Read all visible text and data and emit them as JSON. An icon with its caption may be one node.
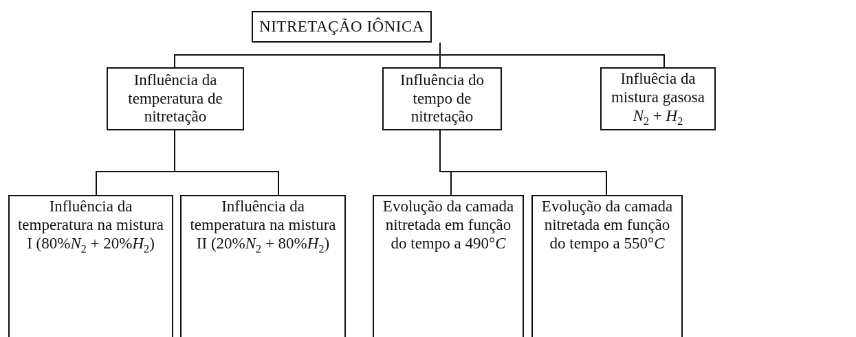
{
  "diagram": {
    "nodes": [
      {
        "text": [
          "NITRETAÇÃO IÔNICA"
        ]
      },
      {
        "text": [
          "Influência da temperatura de nitretação"
        ]
      },
      {
        "text": [
          "Influência do tempo de nitretação"
        ]
      },
      {
        "text": [
          "Influêcia da mistura gasosa *N*$_{2}$ + *H*$_{2}$"
        ]
      },
      {
        "text": [
          "Influência da temperatura na mistura I (80%*N*$_{2}$ + 20%*H*$_{2}$)"
        ]
      },
      {
        "text": [
          "Influência da temperatura na mistura II (20%*N*$_{2}$ + 80%*H*$_{2}$)"
        ]
      },
      {
        "text": [
          "Evolução da camada nitretada em função do tempo a 490°*C*"
        ]
      },
      {
        "text": [
          "Evolução da camada nitretada em função do tempo a 550°*C*"
        ]
      }
    ],
    "edges": [
      {
        "from": 0,
        "to": 1,
        "arrow": "none"
      },
      {
        "from": 0,
        "to": 2,
        "arrow": "none"
      },
      {
        "from": 0,
        "to": 3,
        "arrow": "none"
      },
      {
        "from": 1,
        "to": 4,
        "arrow": "none"
      },
      {
        "from": 1,
        "to": 5,
        "arrow": "none"
      },
      {
        "from": 2,
        "to": 6,
        "arrow": "none"
      },
      {
        "from": 2,
        "to": 7,
        "arrow": "none"
      }
    ]
  }
}
